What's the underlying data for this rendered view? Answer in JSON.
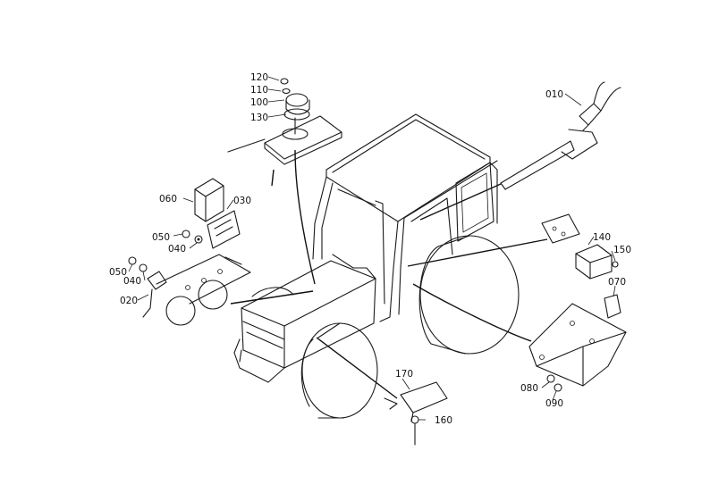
{
  "parts": [
    {
      "id": "p010",
      "label": "010"
    },
    {
      "id": "p020",
      "label": "020"
    },
    {
      "id": "p030",
      "label": "030"
    },
    {
      "id": "p040a",
      "label": "040"
    },
    {
      "id": "p040b",
      "label": "040"
    },
    {
      "id": "p050a",
      "label": "050"
    },
    {
      "id": "p050b",
      "label": "050"
    },
    {
      "id": "p060",
      "label": "060"
    },
    {
      "id": "p070",
      "label": "070"
    },
    {
      "id": "p080",
      "label": "080"
    },
    {
      "id": "p090",
      "label": "090"
    },
    {
      "id": "p100",
      "label": "100"
    },
    {
      "id": "p110",
      "label": "110"
    },
    {
      "id": "p120",
      "label": "120"
    },
    {
      "id": "p130",
      "label": "130"
    },
    {
      "id": "p140",
      "label": "140"
    },
    {
      "id": "p150",
      "label": "150"
    },
    {
      "id": "p160",
      "label": "160"
    },
    {
      "id": "p170",
      "label": "170"
    }
  ]
}
